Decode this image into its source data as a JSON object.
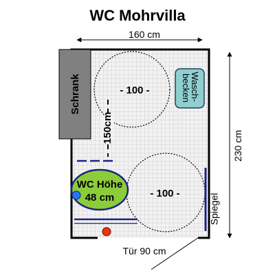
{
  "title": "WC Mohrvilla",
  "dimensions": {
    "width": "160 cm",
    "height": "230 cm",
    "door": "Tür 90 cm"
  },
  "fixtures": {
    "cabinet": "Schrank",
    "washbasin_line1": "Wasch-",
    "washbasin_line2": "becken",
    "toilet_line1": "WC Höhe",
    "toilet_line2": "48 cm",
    "mirror": "Spiegel",
    "circle_top": "- 100 -",
    "circle_bottom": "- 100 -",
    "depth_marker": "150cm"
  },
  "colors": {
    "cabinet": "#808080",
    "washbasin": "#8fcfcf",
    "toilet": "#8ccc3a",
    "marker_red": "#ee3311",
    "marker_blue": "#2277ee",
    "rail": "#1a237e",
    "wall": "#000000"
  }
}
